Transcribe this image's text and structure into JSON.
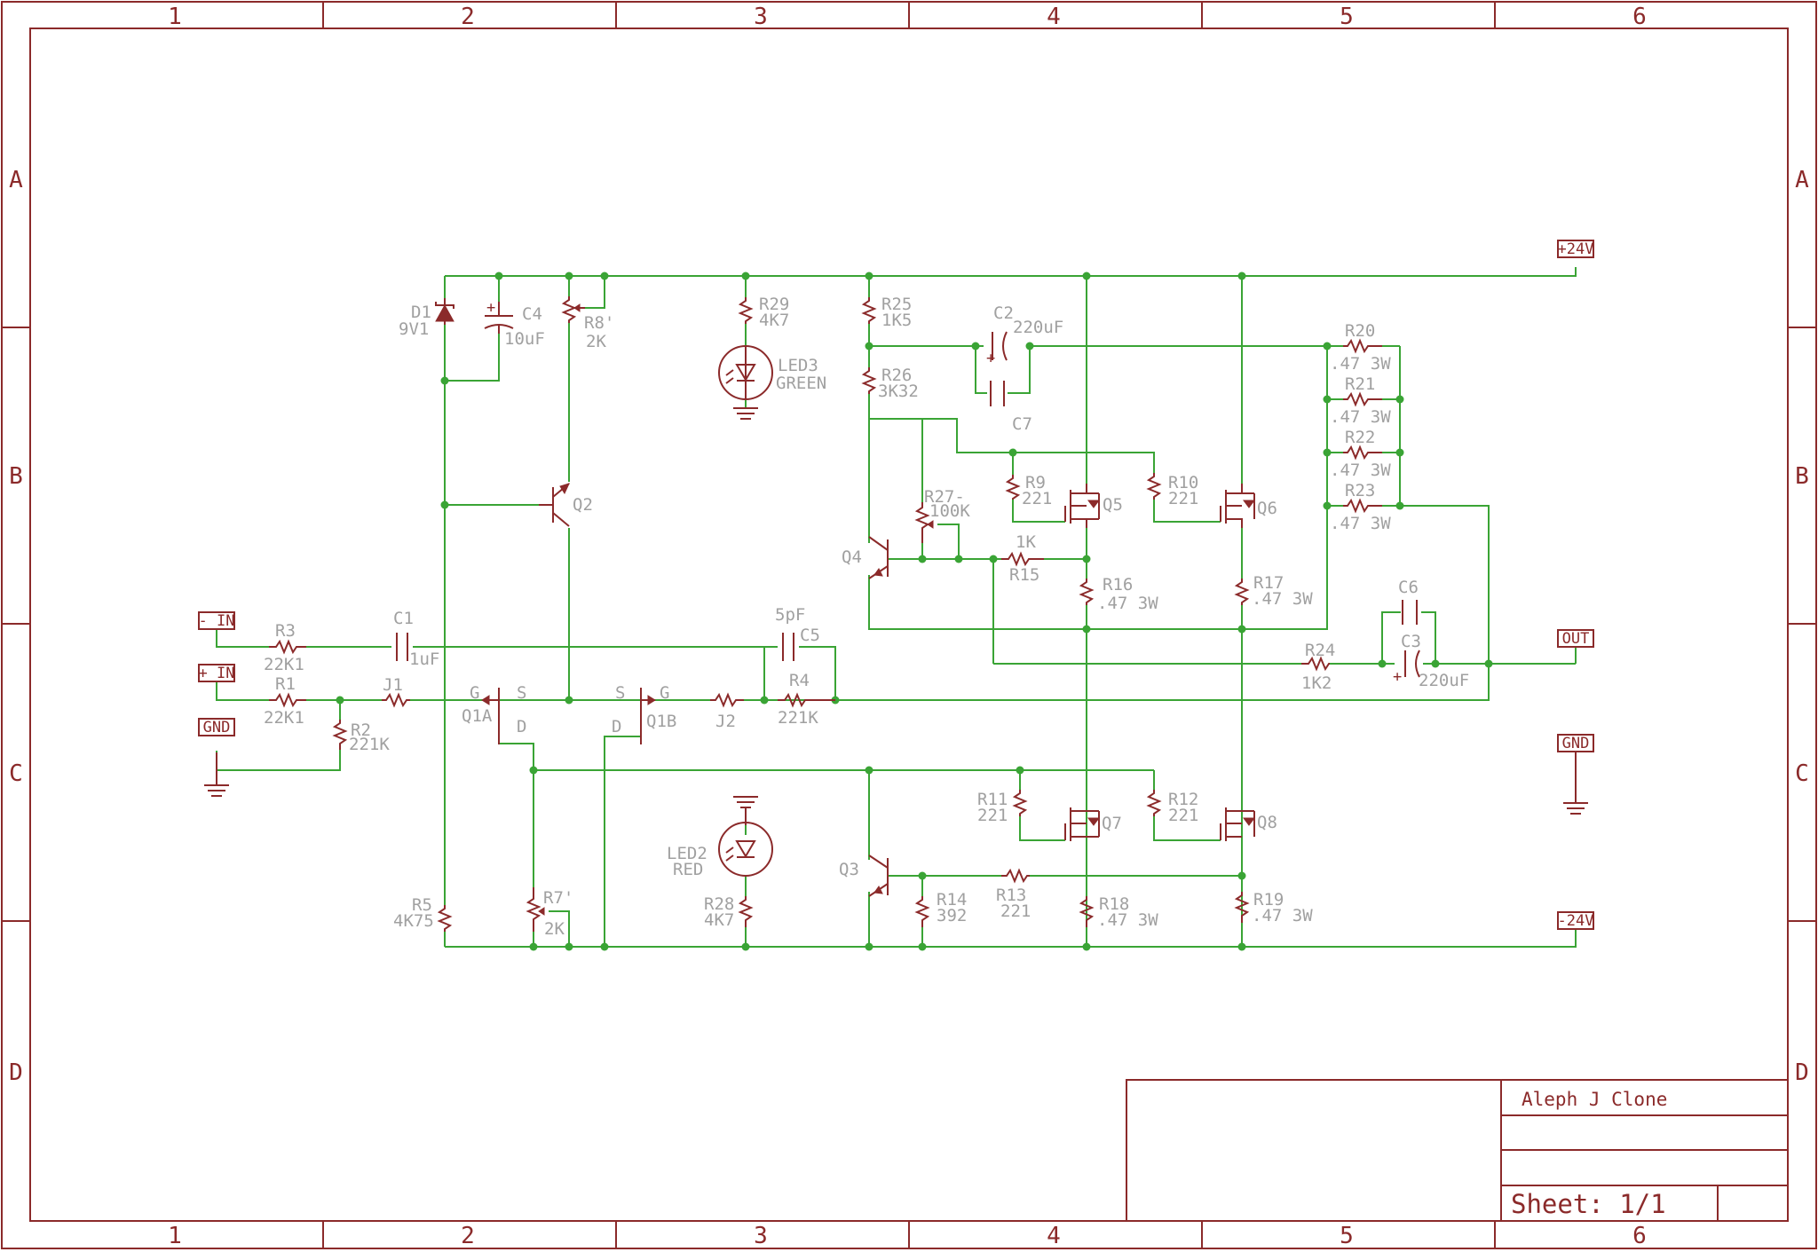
{
  "frame": {
    "columns": [
      "1",
      "2",
      "3",
      "4",
      "5",
      "6"
    ],
    "rows": [
      "A",
      "B",
      "C",
      "D"
    ]
  },
  "title_block": {
    "title": "Aleph J Clone",
    "sheet": "Sheet: 1/1"
  },
  "ports": {
    "pos24": "+24V",
    "neg24": "-24V",
    "neg_in": "- IN",
    "pos_in": "+ IN",
    "gnd_in": "GND",
    "out": "OUT",
    "gnd_out": "GND"
  },
  "parts": {
    "D1": {
      "name": "D1",
      "value": "9V1"
    },
    "C4": {
      "name": "C4",
      "value": "10uF"
    },
    "R8": {
      "name": "R8'",
      "value": "2K"
    },
    "R29": {
      "name": "R29",
      "value": "4K7"
    },
    "LED3": {
      "name": "LED3",
      "value": "GREEN"
    },
    "R25": {
      "name": "R25",
      "value": "1K5"
    },
    "R26": {
      "name": "R26",
      "value": "3K32"
    },
    "C2": {
      "name": "C2",
      "value": "220uF"
    },
    "C7": {
      "name": "C7"
    },
    "R20": {
      "name": "R20",
      "value": ".47 3W"
    },
    "R21": {
      "name": "R21",
      "value": ".47 3W"
    },
    "R22": {
      "name": "R22",
      "value": ".47 3W"
    },
    "R23": {
      "name": "R23",
      "value": ".47 3W"
    },
    "Q2": {
      "name": "Q2"
    },
    "R9": {
      "name": "R9",
      "value": "221"
    },
    "Q5": {
      "name": "Q5"
    },
    "R10": {
      "name": "R10",
      "value": "221"
    },
    "Q6": {
      "name": "Q6"
    },
    "R27": {
      "name": "R27-",
      "value": "100K"
    },
    "Q4": {
      "name": "Q4"
    },
    "R15": {
      "name": "R15",
      "value": "1K"
    },
    "R16": {
      "name": "R16",
      "value": ".47 3W"
    },
    "R17": {
      "name": "R17",
      "value": ".47 3W"
    },
    "C6": {
      "name": "C6"
    },
    "C3": {
      "name": "C3",
      "value": "220uF"
    },
    "R24": {
      "name": "R24",
      "value": "1K2"
    },
    "R3": {
      "name": "R3",
      "value": "22K1"
    },
    "C1": {
      "name": "C1",
      "value": "1uF"
    },
    "C5": {
      "name": "C5",
      "value": "5pF"
    },
    "R1": {
      "name": "R1",
      "value": "22K1"
    },
    "J1": {
      "name": "J1"
    },
    "R2": {
      "name": "R2",
      "value": "221K"
    },
    "Q1A": {
      "name": "Q1A",
      "g": "G",
      "s": "S",
      "d": "D"
    },
    "Q1B": {
      "name": "Q1B",
      "g": "G",
      "s": "S",
      "d": "D"
    },
    "J2": {
      "name": "J2"
    },
    "R4": {
      "name": "R4",
      "value": "221K"
    },
    "R11": {
      "name": "R11",
      "value": "221"
    },
    "Q7": {
      "name": "Q7"
    },
    "R12": {
      "name": "R12",
      "value": "221"
    },
    "Q8": {
      "name": "Q8"
    },
    "LED2": {
      "name": "LED2",
      "value": "RED"
    },
    "Q3": {
      "name": "Q3"
    },
    "R13": {
      "name": "R13",
      "value": "221"
    },
    "R14": {
      "name": "R14",
      "value": "392"
    },
    "R5": {
      "name": "R5",
      "value": "4K75"
    },
    "R7": {
      "name": "R7'",
      "value": "2K"
    },
    "R28": {
      "name": "R28",
      "value": "4K7"
    },
    "R18": {
      "name": "R18",
      "value": ".47 3W"
    },
    "R19": {
      "name": "R19",
      "value": ".47 3W"
    }
  },
  "colors": {
    "frame": "#8b2a2a",
    "wire": "#3aa435",
    "label": "#a0a0a0",
    "background": "#ffffff"
  }
}
